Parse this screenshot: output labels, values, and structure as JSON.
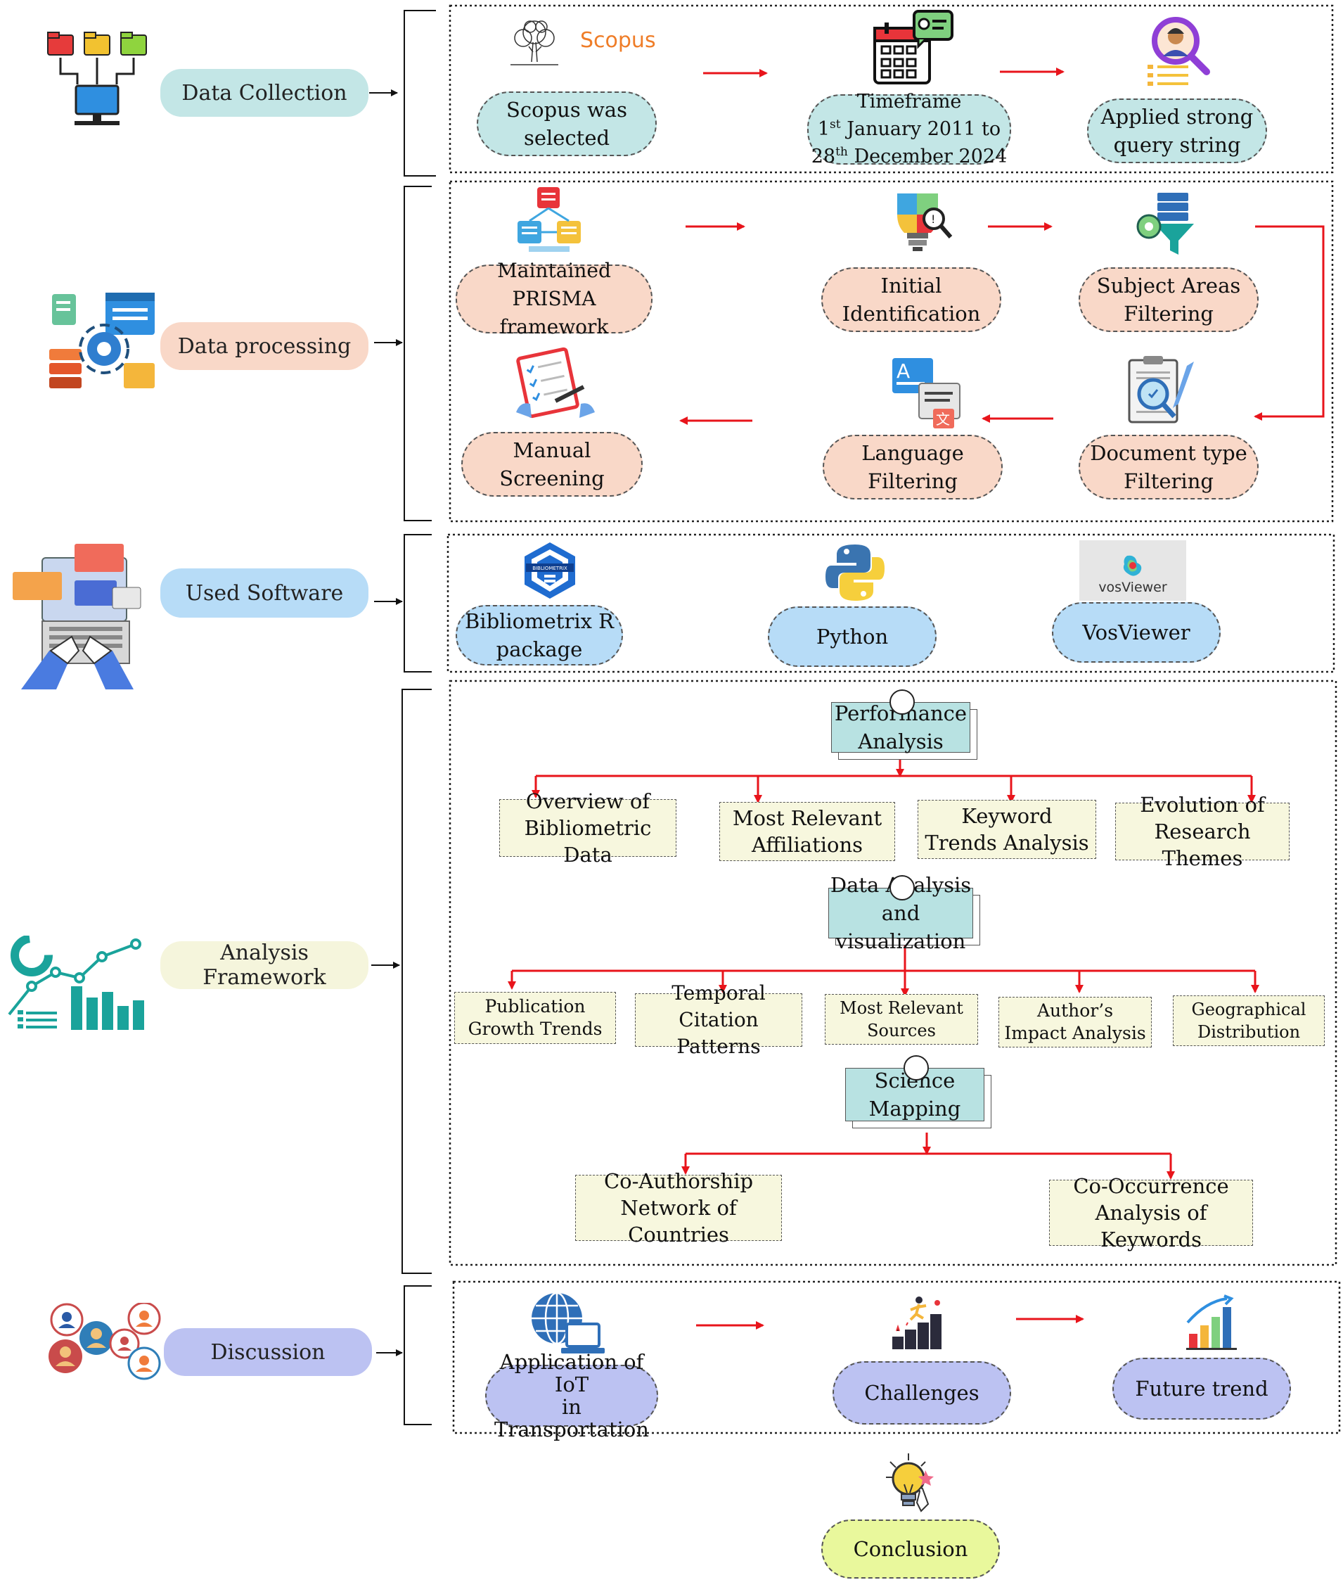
{
  "sections": {
    "data_collection": "Data Collection",
    "data_processing": "Data processing",
    "used_software": "Used Software",
    "analysis_framework": "Analysis Framework",
    "discussion": "Discussion"
  },
  "collection": {
    "scopus_logo": "Scopus",
    "scopus_selected": [
      "Scopus was",
      "selected"
    ],
    "timeframe_title": "Timeframe",
    "timeframe_line1": {
      "pre": "1",
      "sup": "st",
      "post": " January 2011 to"
    },
    "timeframe_line2": {
      "pre": "28",
      "sup": "th",
      "post": " December 2024"
    },
    "query": [
      "Applied strong",
      "query string"
    ]
  },
  "processing": {
    "prisma": [
      "Maintained",
      "PRISMA framework"
    ],
    "initial": [
      "Initial",
      "Identification"
    ],
    "subject": [
      "Subject Areas",
      "Filtering"
    ],
    "document": [
      "Document type",
      "Filtering"
    ],
    "language": [
      "Language",
      "Filtering"
    ],
    "manual": [
      "Manual Screening"
    ]
  },
  "software": {
    "bibliometrix_logo": "BIBLIOMETRIX",
    "bibliometrix": [
      "Bibliometrix R",
      "package"
    ],
    "python": [
      "Python"
    ],
    "vos_logo": "vosViewer",
    "vosviewer": [
      "VosViewer"
    ]
  },
  "analysis": {
    "performance": [
      "Performance",
      "Analysis"
    ],
    "performance_items": [
      [
        "Overview of",
        "Bibliometric Data"
      ],
      [
        "Most Relevant",
        "Affiliations"
      ],
      [
        "Keyword",
        "Trends Analysis"
      ],
      [
        "Evolution of",
        "Research Themes"
      ]
    ],
    "data_viz": [
      "Data Analysis",
      "and  visualization"
    ],
    "data_viz_items": [
      [
        "Publication",
        "Growth Trends"
      ],
      [
        "Temporal Citation",
        "Patterns"
      ],
      [
        "Most Relevant",
        "Sources"
      ],
      [
        "Author’s",
        "Impact Analysis"
      ],
      [
        "Geographical",
        "Distribution"
      ]
    ],
    "science": [
      "Science",
      "Mapping"
    ],
    "science_items": [
      [
        "Co-Authorship",
        "Network of Countries"
      ],
      [
        "Co-Occurrence",
        "Analysis of  Keywords"
      ]
    ]
  },
  "discussion": {
    "iot": [
      "Application of IoT",
      "in Transportation"
    ],
    "challenges": [
      "Challenges"
    ],
    "future": [
      "Future trend"
    ]
  },
  "conclusion": "Conclusion",
  "colors": {
    "teal": "#c3e6e6",
    "peach": "#f9d8c8",
    "blue": "#b7dcf7",
    "beige": "#f5f5dc",
    "lavender": "#bcc2f2",
    "lime": "#e9f89c",
    "arrow": "#e8141b"
  },
  "icons": [
    "folders-to-computer-icon",
    "scopus-tree-icon",
    "calendar-chat-icon",
    "search-person-icon",
    "prisma-flow-icon",
    "lightbulb-puzzle-icon",
    "server-funnel-icon",
    "server-gear-icon",
    "clipboard-check-icon",
    "translate-chat-icon",
    "clipboard-magnifier-icon",
    "laptop-coding-icon",
    "bibliometrix-hexagon-icon",
    "python-logo-icon",
    "vosviewer-logo-icon",
    "analytics-chart-icon",
    "discussion-people-icon",
    "globe-laptop-icon",
    "stairs-climber-icon",
    "growth-bar-chart-icon",
    "idea-bulb-icon"
  ]
}
